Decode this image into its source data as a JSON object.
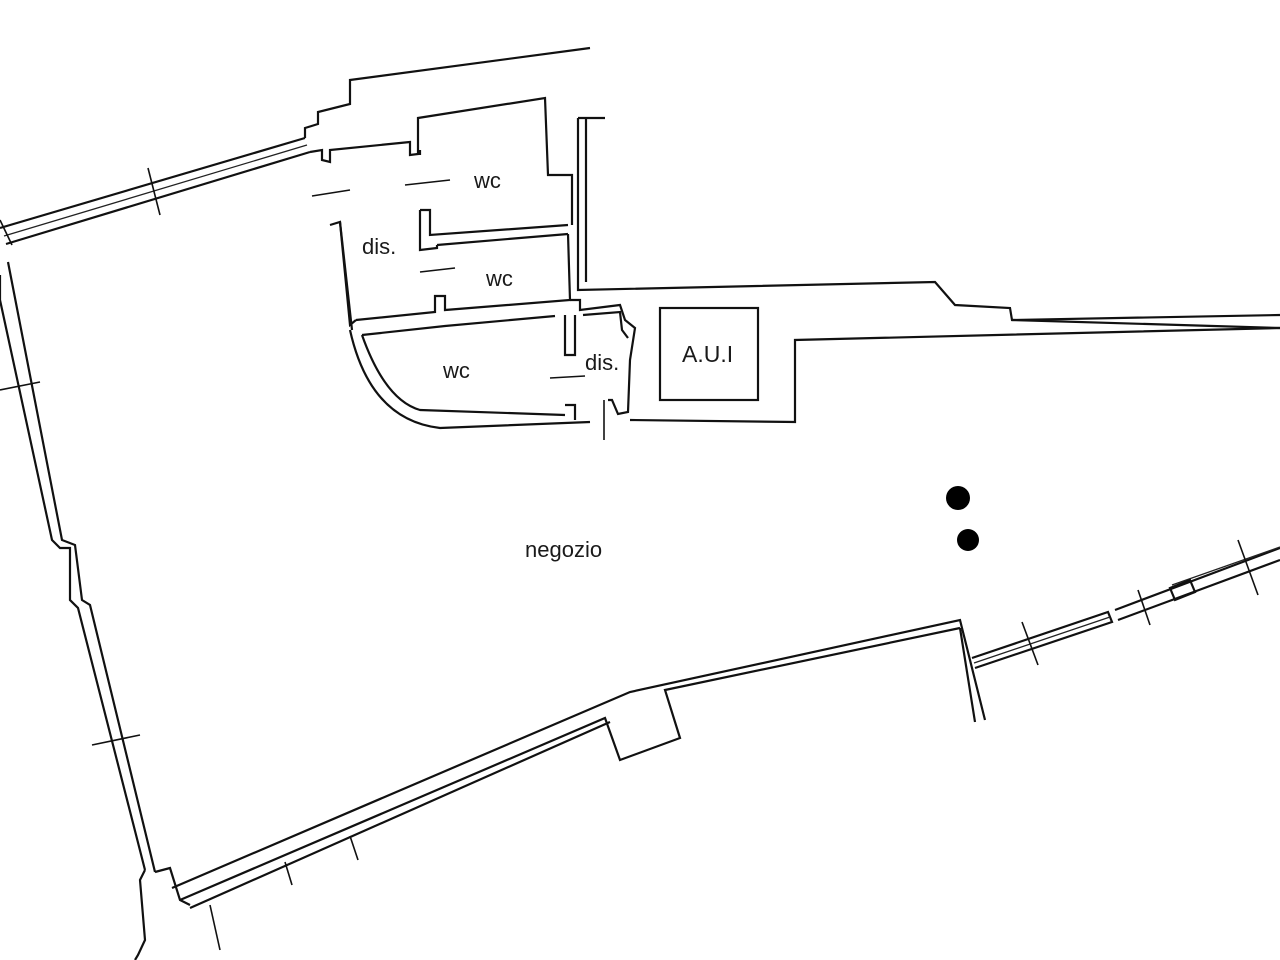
{
  "plan": {
    "rooms": {
      "wc_upper": "wc",
      "wc_middle": "wc",
      "wc_lower": "wc",
      "dis_upper": "dis.",
      "dis_lower": "dis.",
      "aui": "A.U.I",
      "negozio": "negozio"
    },
    "colors": {
      "line": "#111111",
      "background": "#ffffff",
      "column": "#000000"
    }
  }
}
